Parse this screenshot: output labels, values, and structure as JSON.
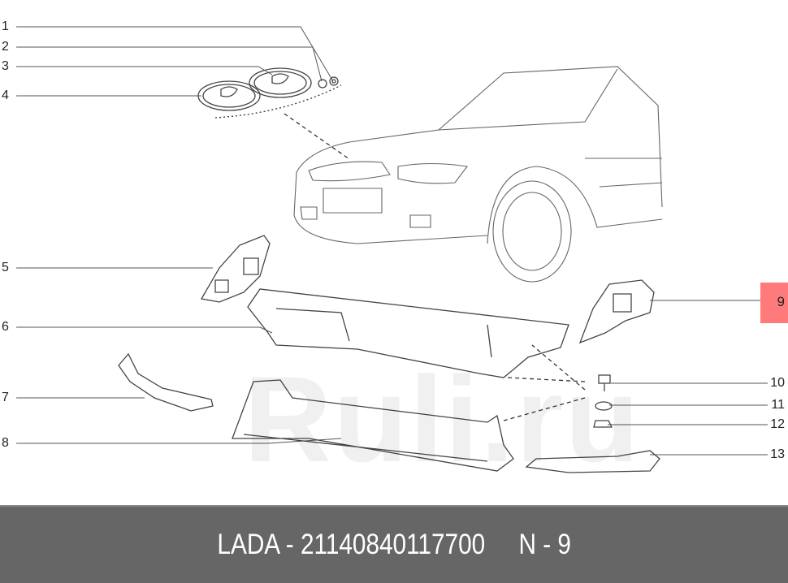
{
  "diagram": {
    "callouts_left": [
      {
        "number": "1"
      },
      {
        "number": "2"
      },
      {
        "number": "3"
      },
      {
        "number": "4"
      },
      {
        "number": "5"
      },
      {
        "number": "6"
      },
      {
        "number": "7"
      },
      {
        "number": "8"
      }
    ],
    "callouts_right": [
      {
        "number": "10"
      },
      {
        "number": "11"
      },
      {
        "number": "12"
      },
      {
        "number": "13"
      }
    ],
    "highlighted_callout": {
      "number": "9",
      "color": "#ff7b7b"
    },
    "watermark": "Ruli.ru"
  },
  "footer": {
    "brand": "LADA",
    "part_number": "21140840117700",
    "position_label": "N - 9",
    "text": "LADA - 21140840117700     N - 9",
    "background": "#666666"
  }
}
